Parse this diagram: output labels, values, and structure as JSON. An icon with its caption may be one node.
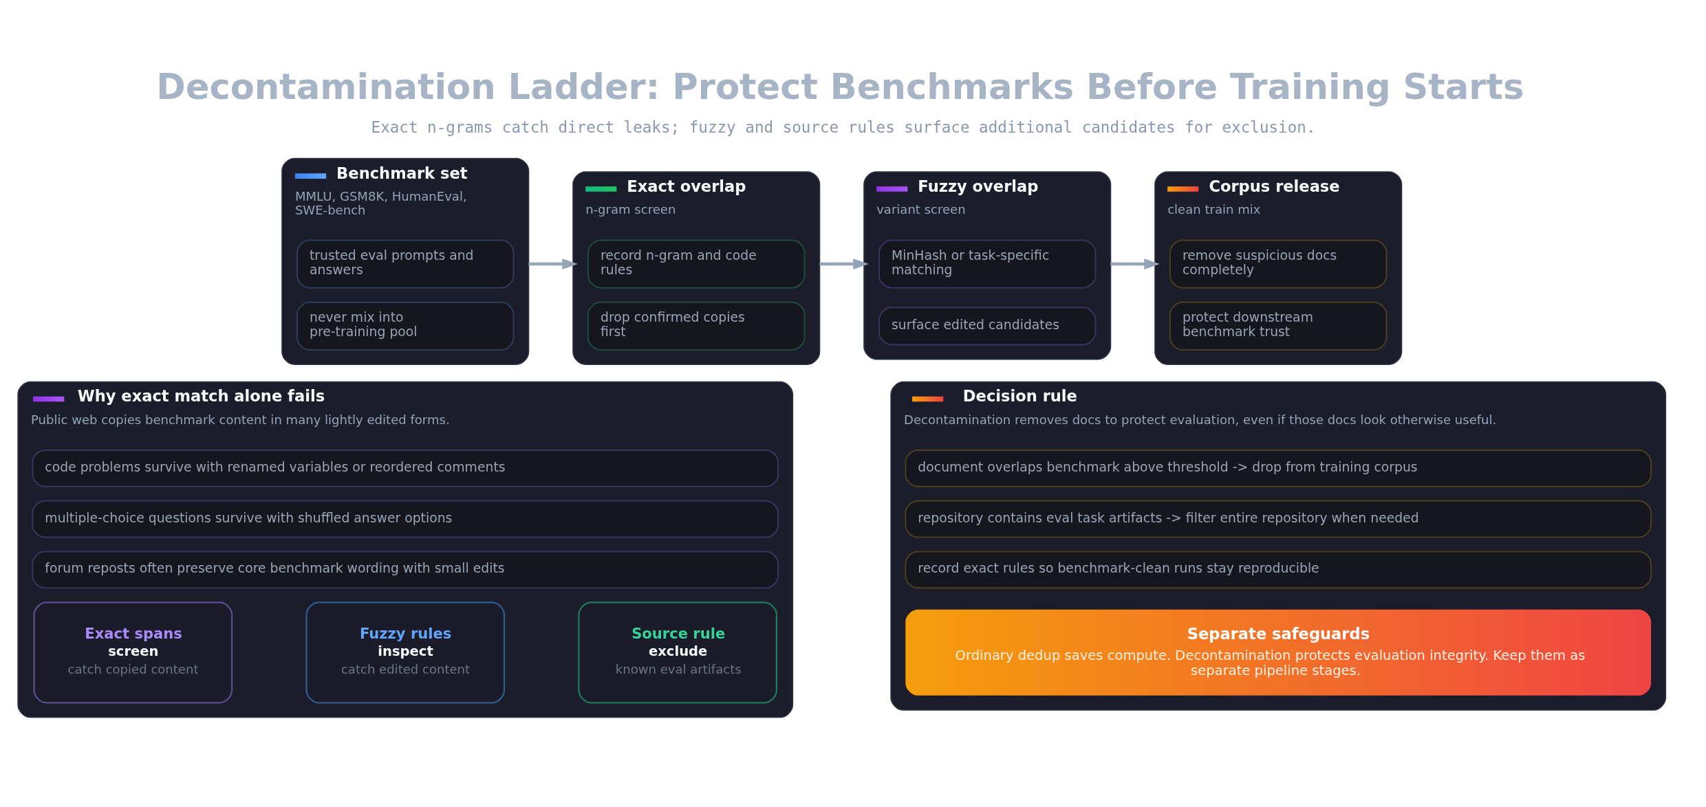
{
  "diagram": {
    "title": "Decontamination Ladder: Protect Benchmarks Before Training Starts",
    "caption": "Exact n-grams catch direct leaks; fuzzy and source rules surface additional candidates for exclusion.",
    "nodes": [
      {
        "text": [
          "Benchmark set",
          "MMLU, GSM8K, HumanEval, SWE-bench"
        ]
      },
      {
        "text": [
          "trusted eval prompts and answers"
        ],
        "in": 0
      },
      {
        "text": [
          "never mix into pre-training pool"
        ],
        "in": 0
      },
      {
        "text": [
          "Exact overlap",
          "n-gram screen"
        ]
      },
      {
        "text": [
          "record n-gram and code rules"
        ],
        "in": 3
      },
      {
        "text": [
          "drop confirmed copies first"
        ],
        "in": 3
      },
      {
        "text": [
          "Fuzzy overlap",
          "variant screen"
        ]
      },
      {
        "text": [
          "MinHash or task-specific matching"
        ],
        "in": 6
      },
      {
        "text": [
          "surface edited candidates"
        ],
        "in": 6
      },
      {
        "text": [
          "Corpus release",
          "clean train mix"
        ]
      },
      {
        "text": [
          "remove suspicious docs completely"
        ],
        "in": 9
      },
      {
        "text": [
          "protect downstream benchmark trust"
        ],
        "in": 9
      },
      {
        "text": [
          "Why exact match alone fails",
          "Public web copies benchmark content in many lightly edited forms."
        ]
      },
      {
        "text": [
          "code problems survive with renamed variables or reordered comments"
        ],
        "in": 12
      },
      {
        "text": [
          "multiple-choice questions survive with shuffled answer options"
        ],
        "in": 12
      },
      {
        "text": [
          "forum reposts often preserve core benchmark wording with small edits"
        ],
        "in": 12
      },
      {
        "text": [
          "Exact spans",
          "screen",
          "catch copied content"
        ],
        "in": 12
      },
      {
        "text": [
          "Fuzzy rules",
          "inspect",
          "catch edited content"
        ],
        "in": 12
      },
      {
        "text": [
          "Source rule",
          "exclude",
          "known eval artifacts"
        ],
        "in": 12
      },
      {
        "text": [
          "Decision rule",
          "Decontamination removes docs to protect evaluation, even if those docs look otherwise useful."
        ]
      },
      {
        "text": [
          "document overlaps benchmark above threshold -> drop from training corpus"
        ],
        "in": 19
      },
      {
        "text": [
          "repository contains eval task artifacts -> filter entire repository when needed"
        ],
        "in": 19
      },
      {
        "text": [
          "record exact rules so benchmark-clean runs stay reproducible"
        ],
        "in": 19
      },
      {
        "text": [
          "Separate safeguards",
          "Ordinary dedup saves compute. Decontamination protects evaluation integrity. Keep them as separate pipeline stages."
        ],
        "in": 19
      }
    ],
    "edges": [
      {
        "from": 0,
        "to": 3,
        "arrow": "to"
      },
      {
        "from": 3,
        "to": 6,
        "arrow": "to"
      },
      {
        "from": 6,
        "to": 9,
        "arrow": "to"
      }
    ]
  }
}
